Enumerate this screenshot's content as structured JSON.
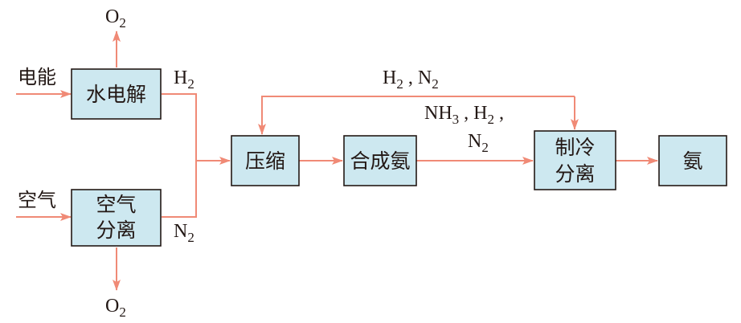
{
  "diagram": {
    "inputs": {
      "electricity": "电能",
      "air": "空气"
    },
    "nodes": {
      "electrolysis": "水电解",
      "air_separation": [
        "空气",
        "分离"
      ],
      "compression": "压缩",
      "synthesis": "合成氨",
      "refrigeration_separation": [
        "制冷",
        "分离"
      ],
      "product": "氨"
    },
    "flow_labels": {
      "o2_top": {
        "main": "O",
        "sub": "2"
      },
      "h2": {
        "main": "H",
        "sub": "2"
      },
      "o2_bottom": {
        "main": "O",
        "sub": "2"
      },
      "n2": {
        "main": "N",
        "sub": "2"
      },
      "recycle": {
        "h": "H",
        "h_sub": "2",
        "sep": " , ",
        "n": "N",
        "n_sub": "2"
      },
      "mixture_line1": {
        "nh": "NH",
        "nh_sub": "3",
        "sep1": " , ",
        "h": "H",
        "h_sub": "2",
        "sep2": " ,"
      },
      "mixture_line2": {
        "n": "N",
        "n_sub": "2"
      }
    }
  }
}
